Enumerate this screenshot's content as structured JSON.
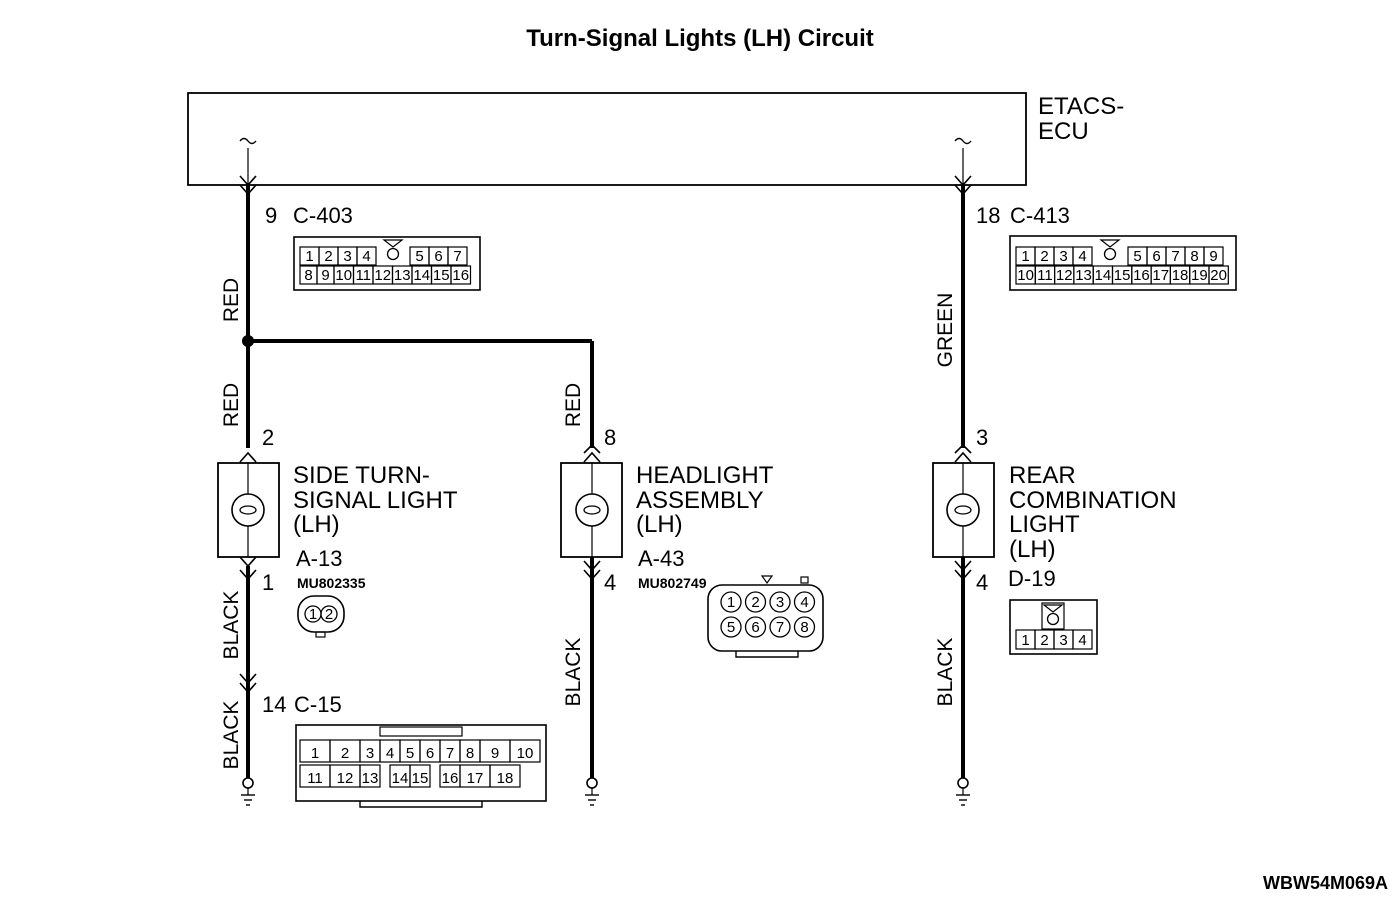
{
  "title": "Turn-Signal Lights (LH) Circuit",
  "ecu": {
    "line1": "ETACS-",
    "line2": "ECU"
  },
  "left_branch": {
    "top_pin": "9",
    "top_connector": "C-403",
    "wire_upper": "RED",
    "wire_mid": "RED",
    "light_pin_in": "2",
    "light_name": [
      "SIDE TURN-",
      "SIGNAL LIGHT",
      "(LH)"
    ],
    "light_connector": "A-13",
    "light_part": "MU802335",
    "light_pin_out": "1",
    "wire_lower1": "BLACK",
    "wire_lower2": "BLACK",
    "ground_pin": "14",
    "ground_connector": "C-15"
  },
  "mid_branch": {
    "wire": "RED",
    "light_pin_in": "8",
    "light_name": [
      "HEADLIGHT",
      "ASSEMBLY",
      "(LH)"
    ],
    "light_connector": "A-43",
    "light_part": "MU802749",
    "light_pin_out": "4",
    "wire_lower": "BLACK"
  },
  "right_branch": {
    "top_pin": "18",
    "top_connector": "C-413",
    "wire_upper": "GREEN",
    "light_pin_in": "3",
    "light_name": [
      "REAR",
      "COMBINATION",
      "LIGHT",
      "(LH)"
    ],
    "light_connector": "D-19",
    "light_pin_out": "4",
    "wire_lower": "BLACK"
  },
  "connectors": {
    "c403": {
      "row1": [
        "1",
        "2",
        "3",
        "4",
        "5",
        "6",
        "7"
      ],
      "row2": [
        "8",
        "9",
        "10",
        "11",
        "12",
        "13",
        "14",
        "15",
        "16"
      ]
    },
    "c413": {
      "row1": [
        "1",
        "2",
        "3",
        "4",
        "5",
        "6",
        "7",
        "8",
        "9"
      ],
      "row2": [
        "10",
        "11",
        "12",
        "13",
        "14",
        "15",
        "16",
        "17",
        "18",
        "19",
        "20"
      ]
    },
    "a13": [
      "1",
      "2"
    ],
    "a43": {
      "row1": [
        "1",
        "2",
        "3",
        "4"
      ],
      "row2": [
        "5",
        "6",
        "7",
        "8"
      ]
    },
    "d19": [
      "1",
      "2",
      "3",
      "4"
    ],
    "c15": {
      "row1": [
        "1",
        "2",
        "3",
        "4",
        "5",
        "6",
        "7",
        "8",
        "9",
        "10"
      ],
      "row2": [
        "11",
        "12",
        "13",
        "14",
        "15",
        "16",
        "17",
        "18"
      ]
    }
  },
  "figure_id": "WBW54M069A"
}
